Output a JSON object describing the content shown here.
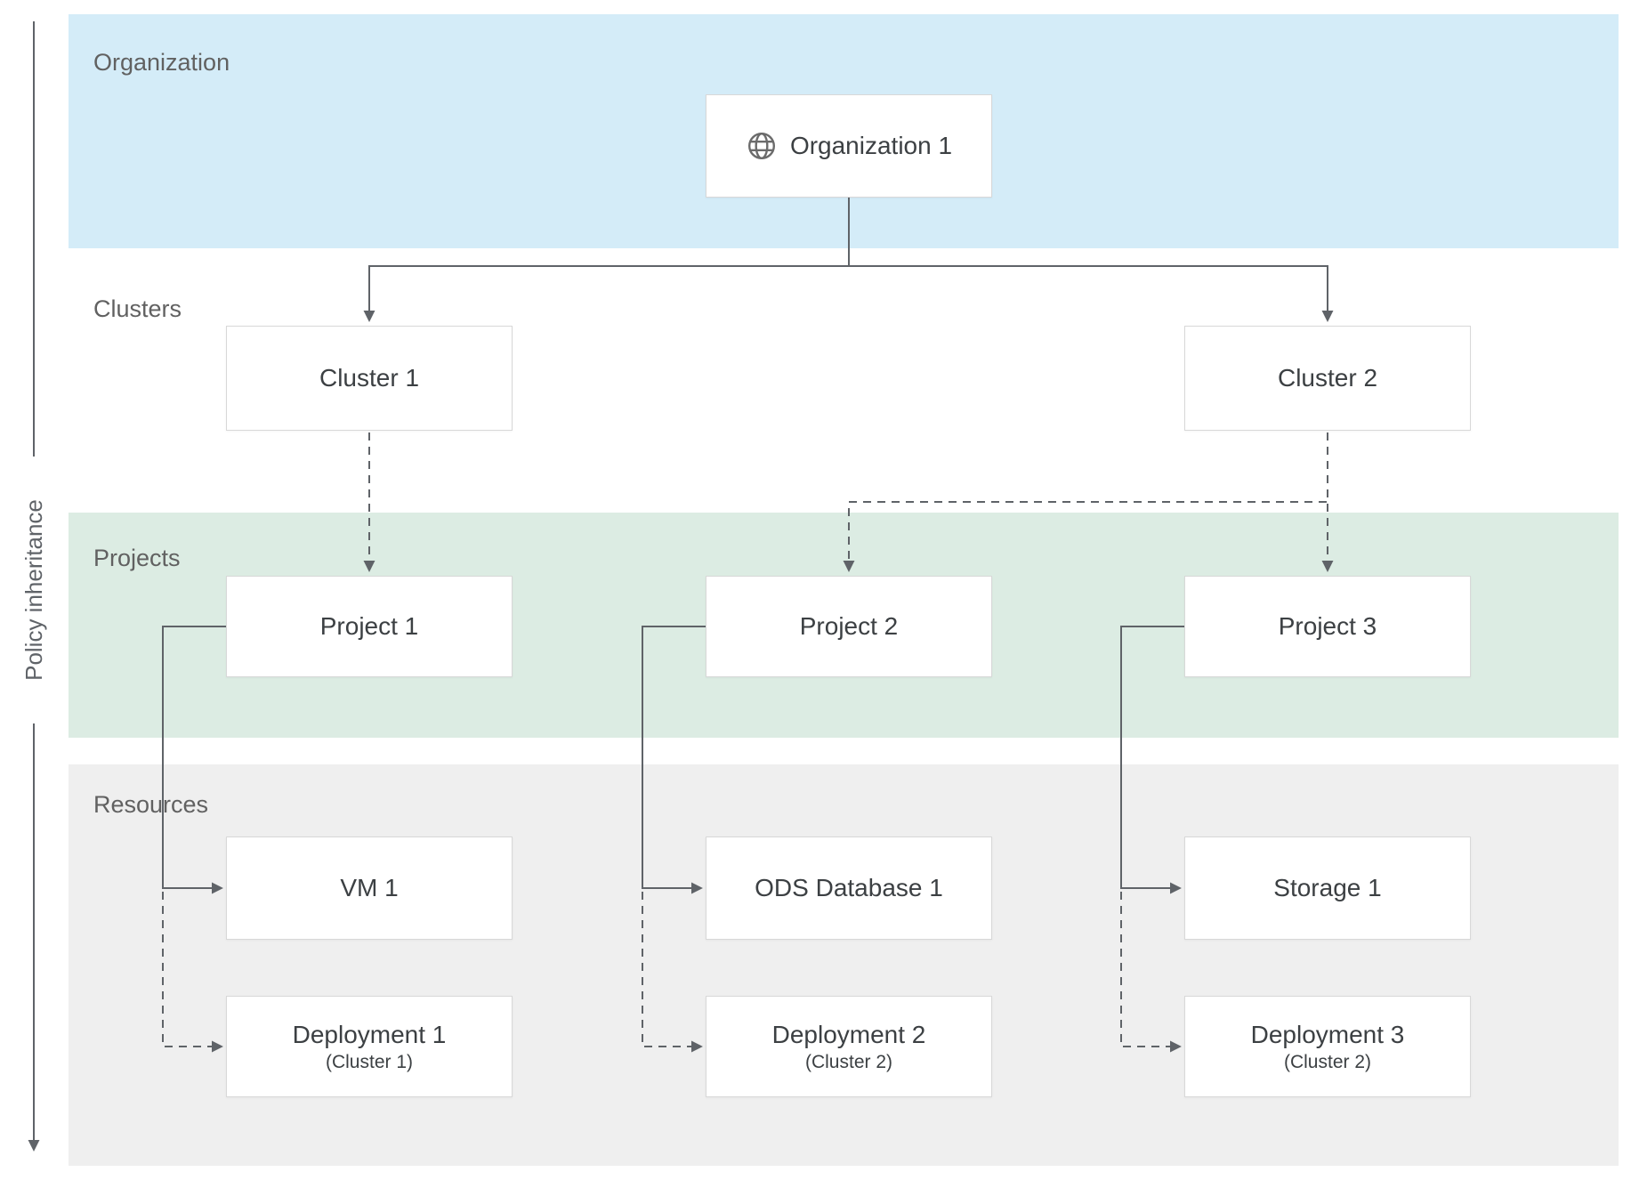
{
  "policy_axis": {
    "label": "Policy inheritance"
  },
  "bands": {
    "organization": {
      "label": "Organization",
      "bg": "#d4ecf8"
    },
    "clusters": {
      "label": "Clusters",
      "bg": "#ffffff"
    },
    "projects": {
      "label": "Projects",
      "bg": "#dcece3"
    },
    "resources": {
      "label": "Resources",
      "bg": "#efefef"
    }
  },
  "nodes": {
    "organization1": {
      "label": "Organization 1",
      "icon": "globe-icon"
    },
    "cluster1": {
      "label": "Cluster 1"
    },
    "cluster2": {
      "label": "Cluster 2"
    },
    "project1": {
      "label": "Project 1"
    },
    "project2": {
      "label": "Project 2"
    },
    "project3": {
      "label": "Project 3"
    },
    "vm1": {
      "label": "VM 1"
    },
    "odsdatabase1": {
      "label": "ODS Database 1"
    },
    "storage1": {
      "label": "Storage 1"
    },
    "deployment1": {
      "label": "Deployment 1",
      "sublabel": "(Cluster 1)"
    },
    "deployment2": {
      "label": "Deployment 2",
      "sublabel": "(Cluster 2)"
    },
    "deployment3": {
      "label": "Deployment 3",
      "sublabel": "(Cluster 2)"
    }
  },
  "edges": [
    {
      "from": "Organization 1",
      "to": "Cluster 1",
      "style": "solid"
    },
    {
      "from": "Organization 1",
      "to": "Cluster 2",
      "style": "solid"
    },
    {
      "from": "Cluster 1",
      "to": "Project 1",
      "style": "dashed"
    },
    {
      "from": "Cluster 2",
      "to": "Project 2",
      "style": "dashed"
    },
    {
      "from": "Cluster 2",
      "to": "Project 3",
      "style": "dashed"
    },
    {
      "from": "Project 1",
      "to": "VM 1",
      "style": "solid"
    },
    {
      "from": "Project 1",
      "to": "Deployment 1",
      "style": "dashed"
    },
    {
      "from": "Project 2",
      "to": "ODS Database 1",
      "style": "solid"
    },
    {
      "from": "Project 2",
      "to": "Deployment 2",
      "style": "dashed"
    },
    {
      "from": "Project 3",
      "to": "Storage 1",
      "style": "solid"
    },
    {
      "from": "Project 3",
      "to": "Deployment 3",
      "style": "dashed"
    }
  ],
  "colors": {
    "line": "#5f6368",
    "box_border": "#d8d8d8",
    "band_label_gray": "#616161",
    "node_text": "#3c4043"
  }
}
